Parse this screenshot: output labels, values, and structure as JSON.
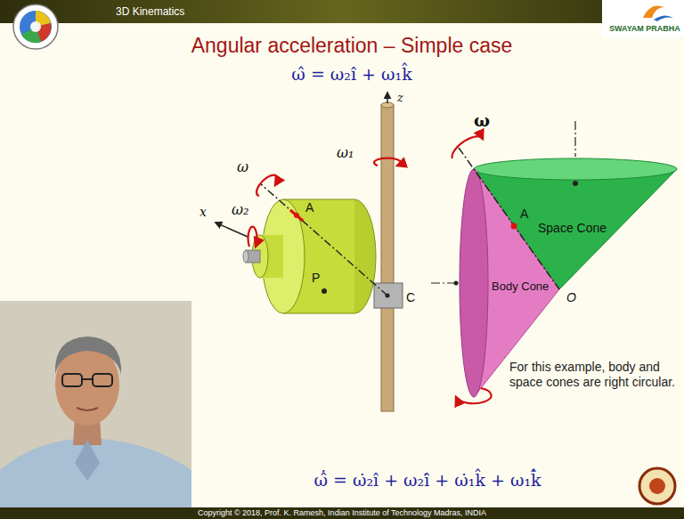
{
  "diagram": {
    "title": "Angular acceleration – Simple case",
    "nodes": [
      {
        "text": [
          "Space Cone"
        ]
      },
      {
        "text": [
          "Body Cone"
        ]
      }
    ],
    "labels": [
      "3D Kinematics",
      "SWAYAM PRABHA",
      "ω̂ = ω₂î + ω₁k̂",
      "ω",
      "ω₂",
      "x",
      "A",
      "P",
      "C",
      "ω₁",
      "z",
      "ω",
      "A",
      "O",
      "For this example, body and space cones are right circular.",
      "ω̂̇ = ω̇₂î + ω₂î̇ + ω̇₁k̂ + ω₁k̂̇",
      "Copyright © 2018, Prof. K. Ramesh, Indian Institute of Technology Madras, INDIA"
    ]
  }
}
